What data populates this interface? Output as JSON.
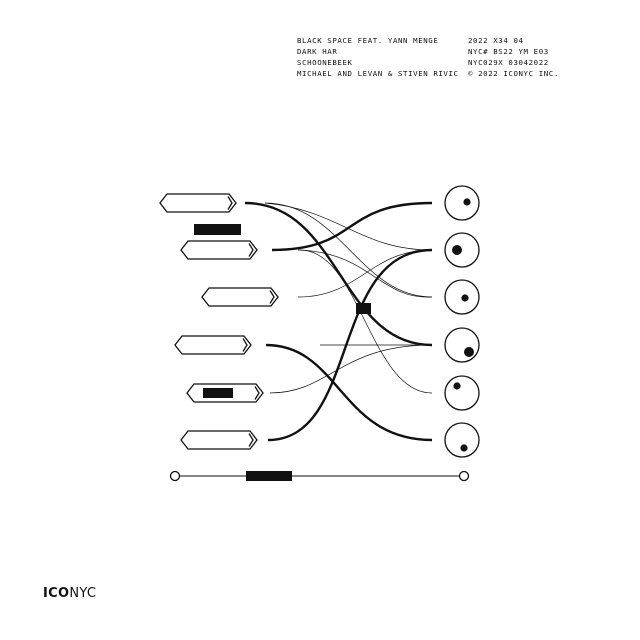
{
  "credits": {
    "left": [
      "BLACK SPACE FEAT. YANN MENGE",
      "DARK HAR",
      "SCHOONEBEEK",
      "MICHAEL AND LEVAN & STIVEN RIVIC"
    ],
    "right": [
      "2022 X34 04",
      "NYC# BS22 YM E03",
      "NYC029X 03042022",
      "© 2022 ICONYC INC."
    ]
  },
  "logo": {
    "bold": "ICO",
    "light": "NYC"
  },
  "icons": {
    "tag": "arrow-tag-icon",
    "knob": "circle-knob-icon",
    "slider": "slider-icon",
    "block": "black-block-icon"
  },
  "colors": {
    "ink": "#111111",
    "background": "#ffffff"
  }
}
